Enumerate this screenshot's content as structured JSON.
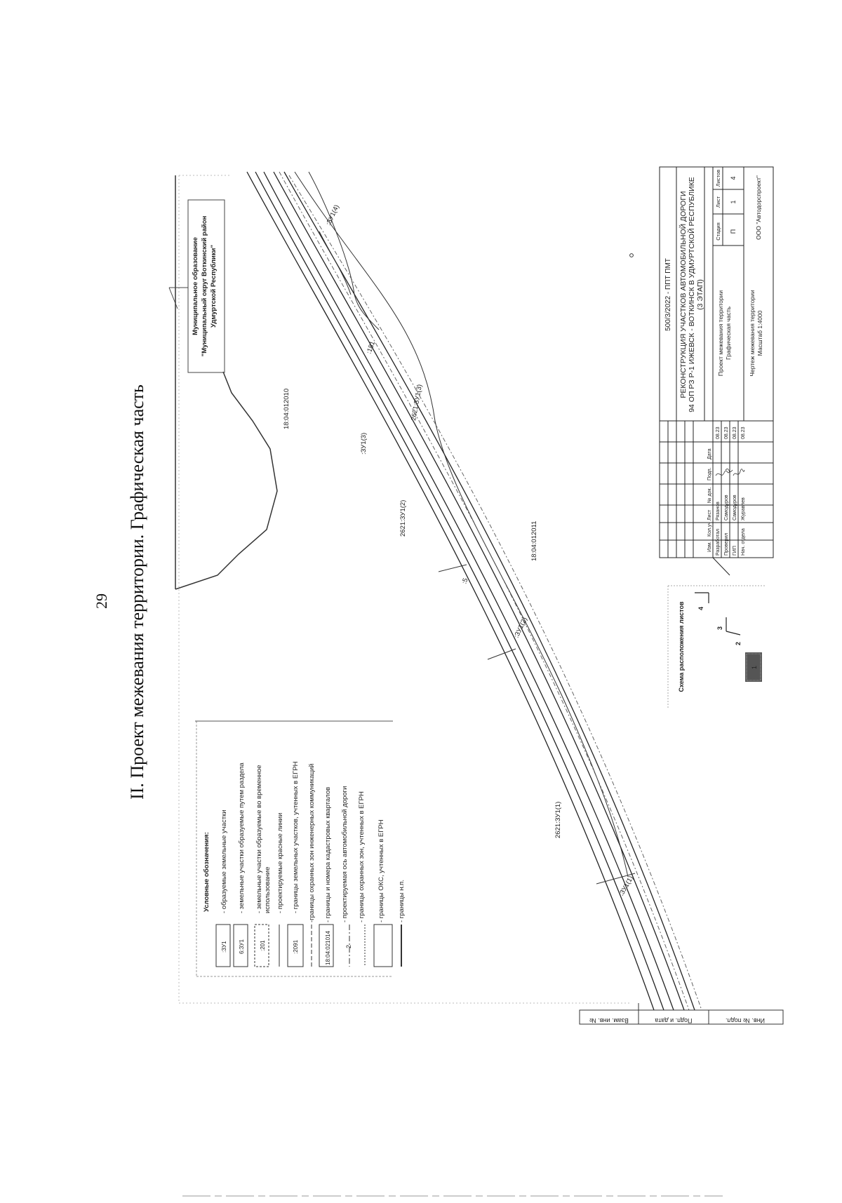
{
  "page_number": "29",
  "page_title": "II. Проект межевания территории. Графическая часть",
  "municipality": {
    "line1": "Муниципальное образование",
    "line2": "\"Муниципальный округ Воткинский район",
    "line3": "Удмуртской Республики\""
  },
  "quarters": {
    "upper": "18:04:012010",
    "lower": "18:04:012011"
  },
  "plot_labels": {
    "zu1_4": ":ЗУ1(4)",
    "zu1_3": ":ЗУ1(3)",
    "n181": ":181",
    "p2621_zu1_3": "2621:ЗУ1(3)",
    "p2621_zu1_2": "2621:ЗУ1(2)",
    "zu1_2": ":ЗУ1(2)",
    "p2621_zu1_1": "2621:ЗУ1(1)",
    "zu1_1": ":ЗУ1(1)",
    "n5": ":5"
  },
  "legend": {
    "title": "Условные обозначения:",
    "items": [
      {
        "sample": ":ЗУ1",
        "text": "- образуемые земельные участки"
      },
      {
        "sample": "6:ЗУ1",
        "text": "- земельные участки образуемые путем раздела"
      },
      {
        "sample": ":201",
        "text": "- земельные участки образуемые во временное"
      },
      {
        "sample": "",
        "text": "использование"
      },
      {
        "sample": "",
        "text": "- проектируемые красные линии"
      },
      {
        "sample": ":2091",
        "text": "- границы земельных участков, учтенных в ЕГРН"
      },
      {
        "sample": "",
        "text": "-границы охранных зон инженерных коммуникаций"
      },
      {
        "sample": "18:04:021014",
        "text": "- границы и номера кадастровых кварталов"
      },
      {
        "sample": "2",
        "text": "- проектируемая ось автомобильной дороги"
      },
      {
        "sample": "",
        "text": "- границы охранных зон, учтенных в ЕГРН"
      },
      {
        "sample": "",
        "text": "- границы ОКС, учтенных в ЕГРН"
      },
      {
        "sample": "",
        "text": "- границы н.п."
      }
    ]
  },
  "scheme": {
    "title": "Схема расположения листов",
    "sheets": [
      "4",
      "3",
      "2",
      "1"
    ]
  },
  "stamp": {
    "code": "500/3/2022 - ППТ ПМТ",
    "object_line1": "РЕКОНСТРУКЦИЯ УЧАСТКОВ АВТОМОБИЛЬНОЙ ДОРОГИ",
    "object_line2": "94 ОП РЗ Р-1 ИЖЕВСК - ВОТКИНСК В УДМУРТСКОЙ РЕСПУБЛИКЕ",
    "object_line3": "(3 ЭТАП)",
    "doc_line1": "Проект межевания территории",
    "doc_line2": "Графическая часть",
    "sheet_line1": "Чертеж межевания территории",
    "sheet_line2": "Масштаб 1:4000",
    "company": "ООО \"Автодорспроект\"",
    "headers": [
      "Изм.",
      "Кол.уч",
      "Лист",
      "№ док.",
      "Подп.",
      "Дата"
    ],
    "roles": [
      "Разработал",
      "Проверил",
      "ГИП",
      "Нач. отдела"
    ],
    "names": [
      "Рязанов",
      "Самодуров",
      "Самодуров",
      "Журавлев"
    ],
    "dates": [
      "08.23",
      "08.23",
      "08.23",
      "08.23"
    ],
    "stage_header": "Стадия",
    "sheet_header": "Лист",
    "sheets_header": "Листов",
    "stage": "П",
    "sheet": "1",
    "sheets": "4"
  },
  "side_stamp": {
    "inv_orig": "Инв. № подл.",
    "sign_date": "Подп. и дата",
    "inv_repl": "Взам. инв. №"
  }
}
